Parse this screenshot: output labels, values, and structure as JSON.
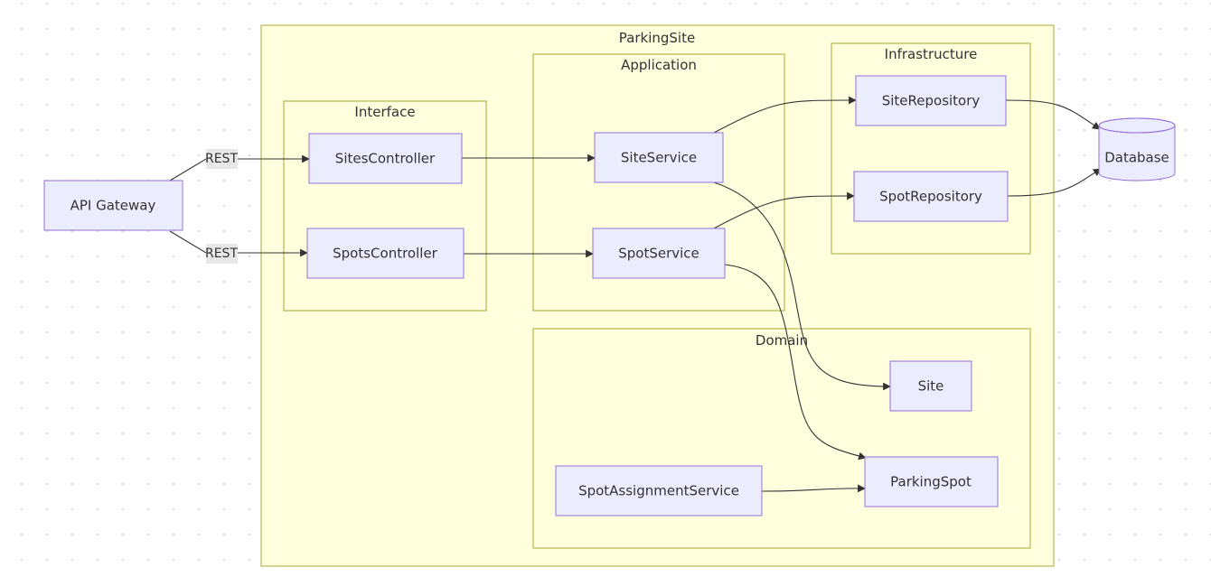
{
  "clusters": {
    "parking_site": "ParkingSite",
    "interface": "Interface",
    "application": "Application",
    "infrastructure": "Infrastructure",
    "domain": "Domain"
  },
  "nodes": {
    "api_gateway": "API Gateway",
    "sites_controller": "SitesController",
    "spots_controller": "SpotsController",
    "site_service": "SiteService",
    "spot_service": "SpotService",
    "site_repository": "SiteRepository",
    "spot_repository": "SpotRepository",
    "database": "Database",
    "site": "Site",
    "parking_spot": "ParkingSpot",
    "spot_assignment_service": "SpotAssignmentService"
  },
  "edge_labels": {
    "gateway_to_sites": "REST",
    "gateway_to_spots": "REST"
  },
  "colors": {
    "cluster_fill": "#ffffde",
    "cluster_stroke": "#aaaa33",
    "node_fill": "#ececff",
    "node_stroke": "#9370db",
    "edge": "#333333"
  }
}
